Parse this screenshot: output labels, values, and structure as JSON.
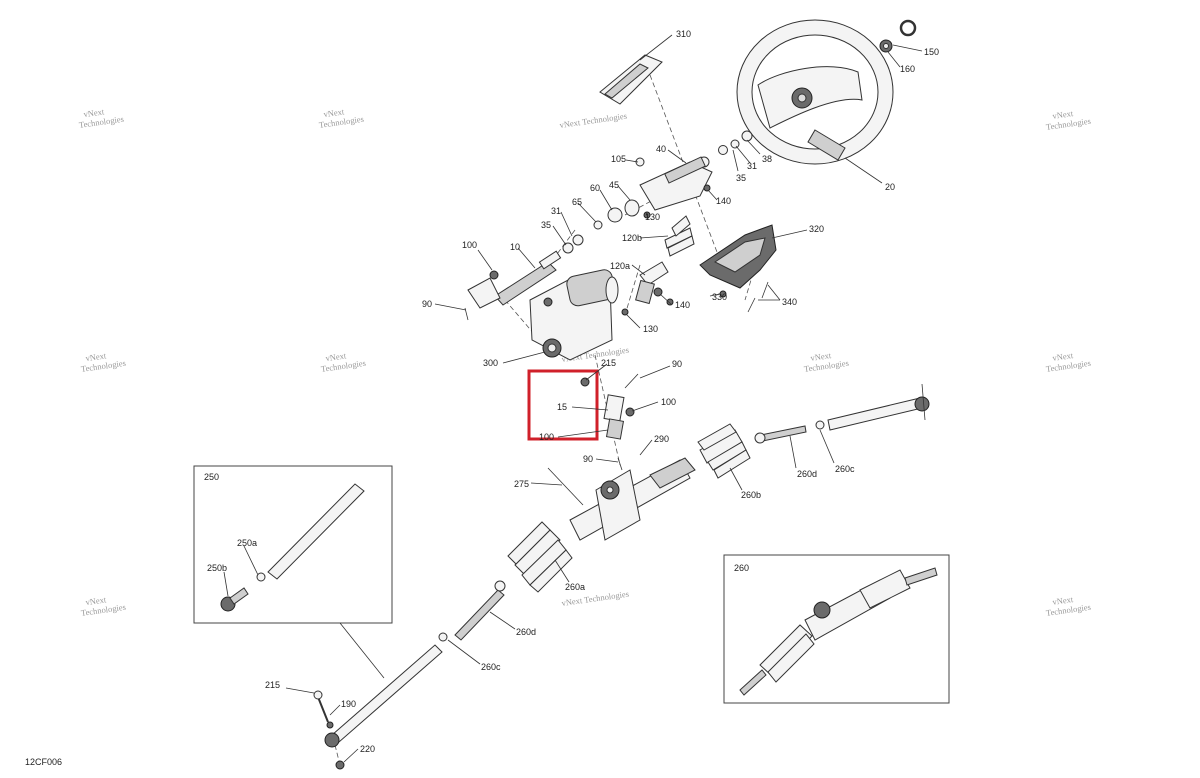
{
  "diagram_code": "12CF006",
  "highlight": {
    "color": "#d0202a"
  },
  "watermark": {
    "line1": "vNext",
    "line2": "Technologies",
    "combined": "vNext Technologies"
  },
  "callouts": {
    "c310": "310",
    "c150": "150",
    "c160": "160",
    "c20": "20",
    "c105": "105",
    "c40": "40",
    "c35a": "35",
    "c31a": "31",
    "c38": "38",
    "c60": "60",
    "c45": "45",
    "c65": "65",
    "c31b": "31",
    "c35b": "35",
    "c130a": "130",
    "c140a": "140",
    "c120b": "120b",
    "c320": "320",
    "c100a": "100",
    "c10": "10",
    "c120a": "120a",
    "c140b": "140",
    "c330": "330",
    "c340": "340",
    "c90a": "90",
    "c130b": "130",
    "c300": "300",
    "c215a": "215",
    "c90b": "90",
    "c15": "15",
    "c100b": "100",
    "c100c": "100",
    "c290": "290",
    "c90c": "90",
    "c260d": "260d",
    "c260c": "260c",
    "c275": "275",
    "c260b": "260b",
    "c250": "250",
    "c250a": "250a",
    "c250b": "250b",
    "c260a": "260a",
    "c260dB": "260d",
    "c260cB": "260c",
    "c260": "260",
    "c215b": "215",
    "c190": "190",
    "c220": "220"
  }
}
